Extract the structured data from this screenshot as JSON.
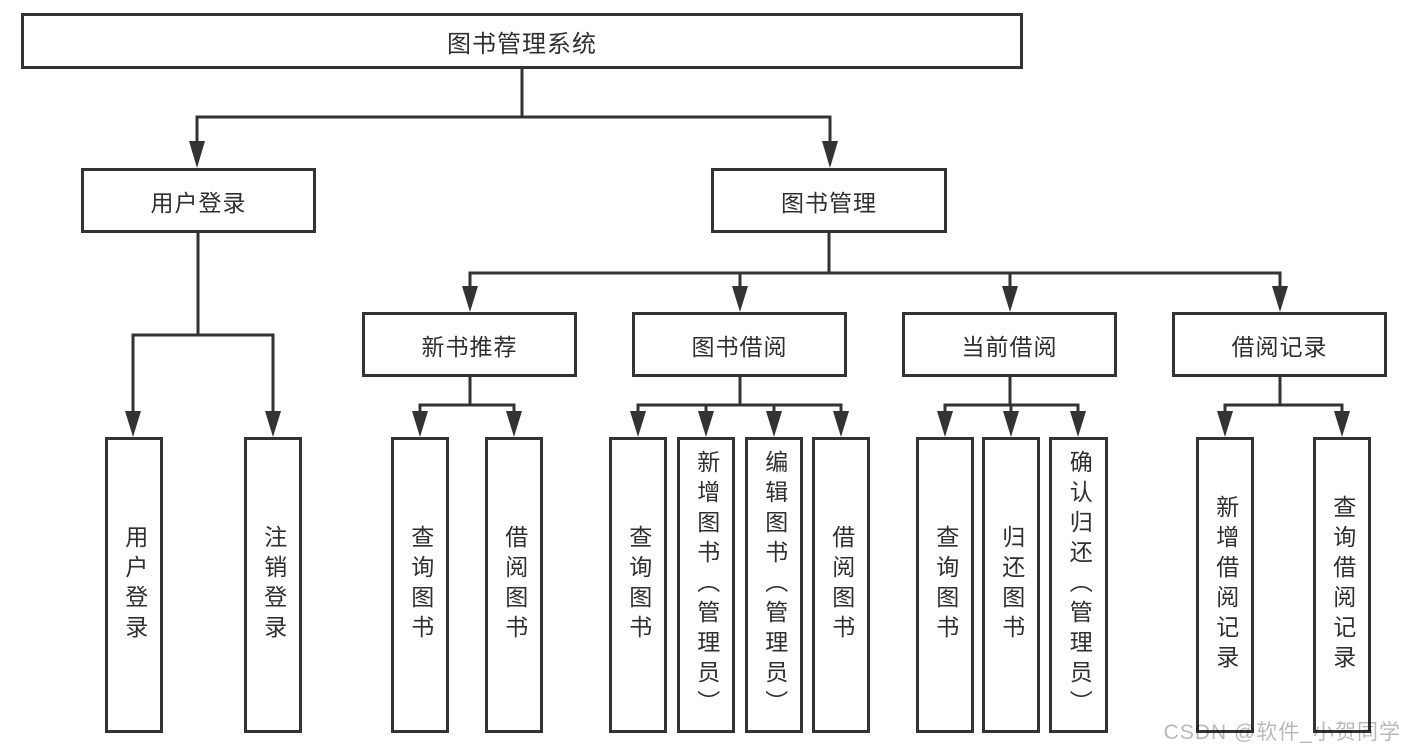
{
  "diagram": {
    "root": {
      "label": "图书管理系统"
    },
    "level2": {
      "user_login": {
        "label": "用户登录"
      },
      "book_management": {
        "label": "图书管理"
      }
    },
    "level3": {
      "new_book_recommend": {
        "label": "新书推荐"
      },
      "book_borrowing": {
        "label": "图书借阅"
      },
      "current_borrowing": {
        "label": "当前借阅"
      },
      "borrowing_records": {
        "label": "借阅记录"
      }
    },
    "leaves": {
      "user_login_action": {
        "label": "用户登录"
      },
      "logout_action": {
        "label": "注销登录"
      },
      "nb_query_books": {
        "label": "查询图书"
      },
      "nb_borrow_books": {
        "label": "借阅图书"
      },
      "bb_query_books": {
        "label": "查询图书"
      },
      "bb_add_books_admin": {
        "label": "新增图书（管理员）"
      },
      "bb_edit_books_admin": {
        "label": "编辑图书（管理员）"
      },
      "bb_borrow_books": {
        "label": "借阅图书"
      },
      "cb_query_books": {
        "label": "查询图书"
      },
      "cb_return_books": {
        "label": "归还图书"
      },
      "cb_confirm_return_admin": {
        "label": "确认归还（管理员）"
      },
      "br_new_borrow_record": {
        "label": "新增借阅记录"
      },
      "br_query_borrow_record": {
        "label": "查询借阅记录"
      }
    }
  },
  "watermark": {
    "text": "CSDN @软件_小贺同学"
  },
  "colors": {
    "line": "#333333",
    "text": "#2f2f2f",
    "watermark": "rgba(0,0,0,0.28)",
    "background": "#ffffff"
  }
}
